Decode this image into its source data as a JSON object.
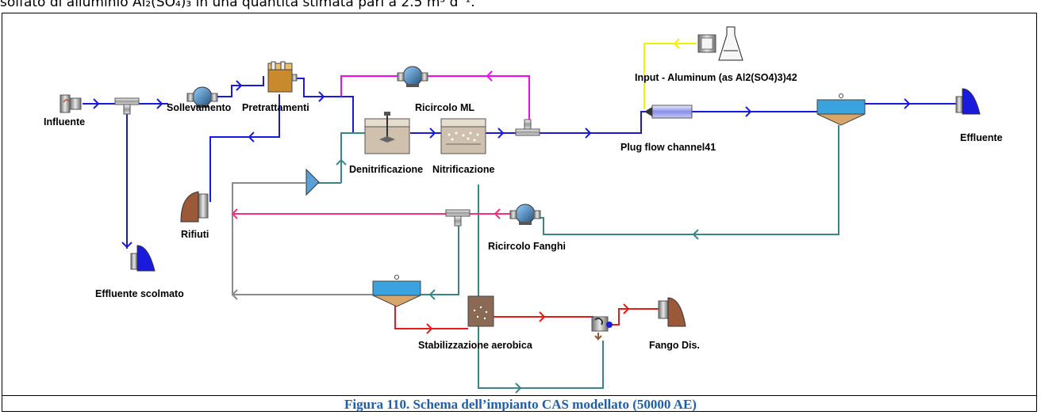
{
  "header_text": "solfato di alluminio Al₂(SO₄)₃ in una quantità stimata pari a 2.5 m³ d⁻¹.",
  "caption": "Figura 110. Schema dell’impianto CAS modellato (50000 AE)",
  "labels": {
    "influente": "Influente",
    "sollevamento": "Sollevamento",
    "pretrattamenti": "Pretrattamenti",
    "ricircolo_ml": "Ricircolo ML",
    "input_aluminum": "Input - Aluminum (as Al2(SO4)3)42",
    "plug_flow": "Plug flow channel41",
    "effluente": "Effluente",
    "denitrificazione": "Denitrificazione",
    "nitrificazione": "Nitrificazione",
    "rifiuti": "Rifiuti",
    "ricircolo_fanghi": "Ricircolo Fanghi",
    "effluente_scolmato": "Effluente scolmato",
    "stabilizzazione": "Stabilizzazione aerobica",
    "fango_dis": "Fango Dis."
  },
  "colors": {
    "main_flow": "#1a1adc",
    "ml_recycle": "#ff00ff",
    "chemical": "#f4f000",
    "sludge_recycle": "#3a8585",
    "sludge_red": "#e81a1a",
    "pink_line": "#f2317a",
    "grey_line": "#8a8a8a",
    "caption": "#1f5ea8"
  }
}
